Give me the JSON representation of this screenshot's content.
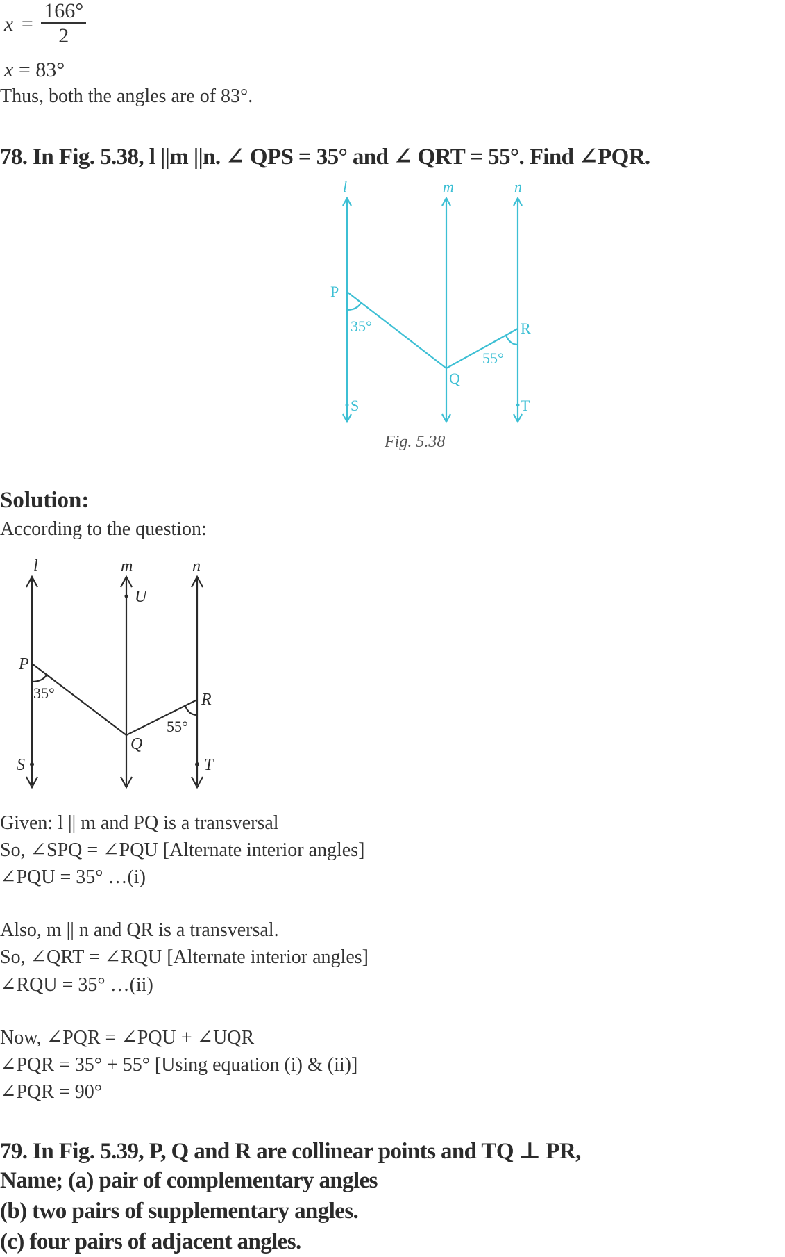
{
  "prev_solution": {
    "eq1_lhs": "x",
    "eq1_eq": "=",
    "eq1_num": "166°",
    "eq1_den": "2",
    "eq2_lhs": "x",
    "eq2_rhs": "= 83°",
    "conclusion": "Thus, both the angles are of 83°."
  },
  "q78": {
    "question": "78. In Fig. 5.38, l ||m ||n. ∠ QPS = 35° and ∠ QRT = 55°. Find ∠PQR.",
    "figure": {
      "caption": "Fig. 5.38",
      "line_labels": [
        "l",
        "m",
        "n"
      ],
      "points": {
        "P": "P",
        "Q": "Q",
        "R": "R",
        "S": "S",
        "T": "T"
      },
      "angle_p": "35°",
      "angle_r": "55°",
      "color": "#3cbfd4"
    },
    "solution_heading": "Solution:",
    "intro": "According to the question:",
    "solution_figure": {
      "line_labels": [
        "l",
        "m",
        "n"
      ],
      "points": {
        "P": "P",
        "Q": "Q",
        "R": "R",
        "S": "S",
        "T": "T",
        "U": "U"
      },
      "angle_p": "35°",
      "angle_r": "55°",
      "color": "#2a2a2a"
    },
    "lines": [
      "Given: l || m and PQ is a transversal",
      "So, ∠SPQ = ∠PQU [Alternate interior angles]",
      "∠PQU = 35° …(i)",
      "Also, m || n and QR is a transversal.",
      "So, ∠QRT = ∠RQU [Alternate interior angles]",
      "∠RQU = 35° …(ii)",
      "Now, ∠PQR = ∠PQU + ∠UQR",
      "∠PQR = 35° + 55° [Using equation (i) & (ii)]",
      "∠PQR = 90°"
    ]
  },
  "q79": {
    "lines": [
      "79. In Fig. 5.39, P, Q and R are collinear points and TQ ⊥ PR,",
      "Name; (a) pair of complementary angles",
      "(b) two pairs of supplementary angles.",
      "(c) four pairs of adjacent angles."
    ]
  }
}
